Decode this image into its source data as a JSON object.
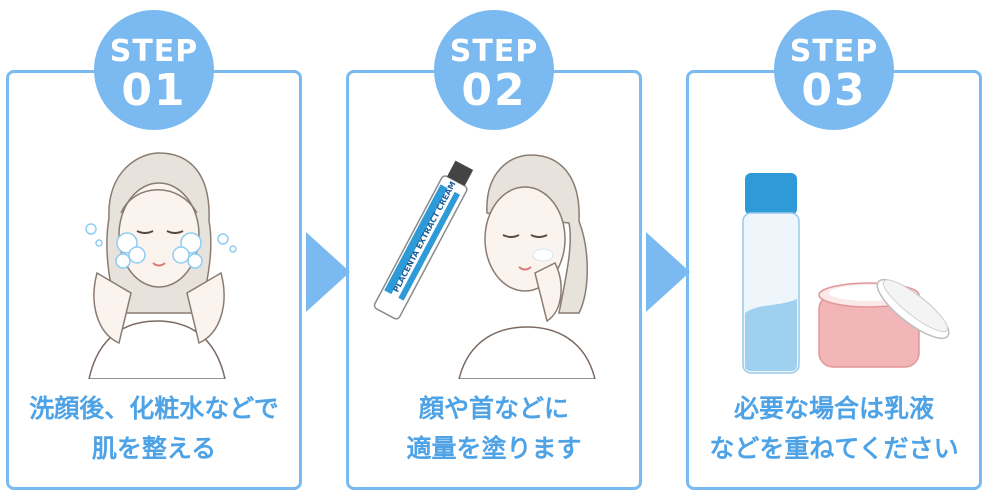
{
  "steps": [
    {
      "label": "STEP",
      "number": "01",
      "caption_line1": "洗顔後、化粧水などで",
      "caption_line2": "肌を整える"
    },
    {
      "label": "STEP",
      "number": "02",
      "caption_line1": "顔や首などに",
      "caption_line2": "適量を塗ります",
      "product_text": "PLACENTA EXTRACT CREAM"
    },
    {
      "label": "STEP",
      "number": "03",
      "caption_line1": "必要な場合は乳液",
      "caption_line2": "などを重ねてください"
    }
  ],
  "colors": {
    "accent": "#7bbaf0",
    "caption": "#4ea2e6",
    "jar": "#f3b6b8",
    "bottle_cap": "#2e9ad8"
  },
  "icons": [
    "woman-washing-face-icon",
    "woman-applying-cream-icon",
    "cream-tube-icon",
    "lotion-bottle-icon",
    "cream-jar-icon",
    "step-arrow-icon"
  ]
}
